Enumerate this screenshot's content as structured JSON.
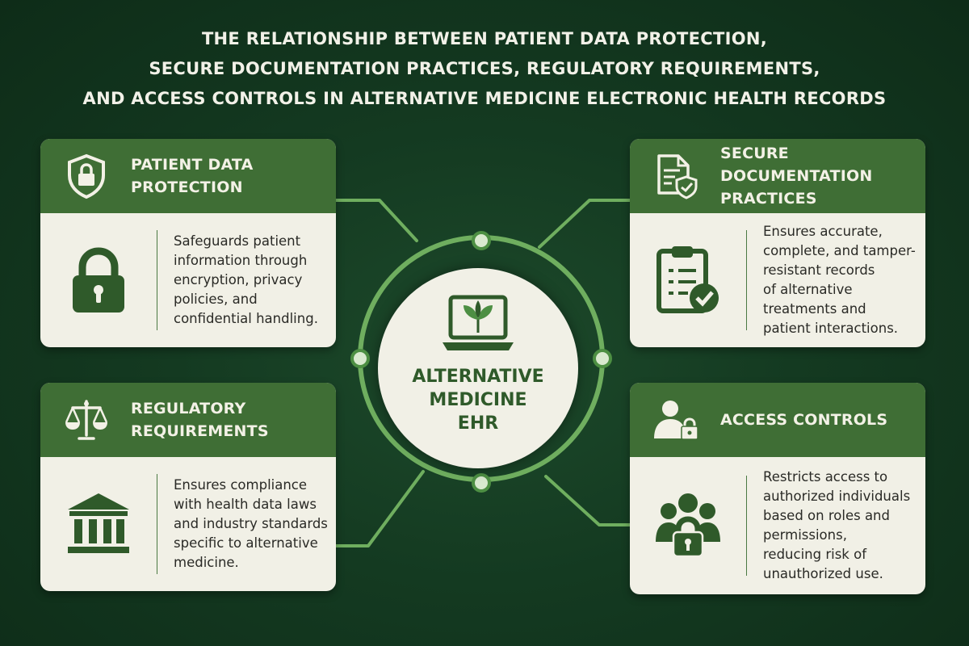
{
  "title_lines": [
    "THE RELATIONSHIP BETWEEN PATIENT DATA PROTECTION,",
    "SECURE DOCUMENTATION PRACTICES, REGULATORY REQUIREMENTS,",
    "AND ACCESS CONTROLS IN ALTERNATIVE MEDICINE ELECTRONIC HEALTH RECORDS"
  ],
  "center": {
    "label_lines": [
      "ALTERNATIVE",
      "MEDICINE",
      "EHR"
    ],
    "icon": "laptop-leaf-icon"
  },
  "cards": {
    "patient_data_protection": {
      "title_lines": [
        "PATIENT DATA",
        "PROTECTION"
      ],
      "head_icon": "shield-lock-icon",
      "body_icon": "padlock-icon",
      "description_lines": [
        "Safeguards patient",
        "information through",
        "encryption, privacy",
        "policies, and",
        "confidential handling."
      ]
    },
    "secure_documentation": {
      "title_lines": [
        "SECURE DOCUMENTATION",
        "PRACTICES"
      ],
      "head_icon": "document-shield-icon",
      "body_icon": "clipboard-check-icon",
      "description_lines": [
        "Ensures accurate,",
        "complete, and tamper-",
        "resistant records",
        "of alternative",
        "treatments and",
        "patient interactions."
      ]
    },
    "regulatory_requirements": {
      "title_lines": [
        "REGULATORY",
        "REQUIREMENTS"
      ],
      "head_icon": "scales-icon",
      "body_icon": "government-building-icon",
      "description_lines": [
        "Ensures compliance",
        "with health data laws",
        "and industry standards",
        "specific to alternative",
        "medicine."
      ]
    },
    "access_controls": {
      "title_lines": [
        "ACCESS CONTROLS"
      ],
      "head_icon": "user-lock-icon",
      "body_icon": "group-lock-icon",
      "description_lines": [
        "Restricts access to",
        "authorized individuals",
        "based on roles and",
        "permissions,",
        "reducing risk of",
        "unauthorized use."
      ]
    }
  },
  "colors": {
    "background": "#143a21",
    "card_header": "#3f6e35",
    "card_body": "#f1f0e6",
    "connector": "#6fae5f",
    "accent_text": "#2f5a2a"
  }
}
